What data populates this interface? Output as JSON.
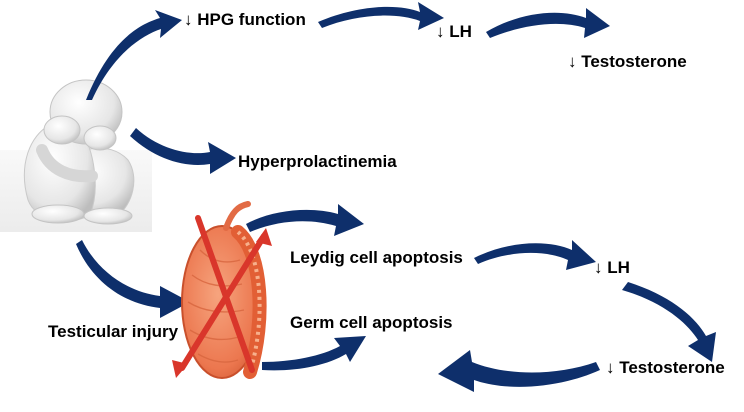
{
  "labels": {
    "hpg": "↓ HPG function",
    "lh_top": "↓ LH",
    "testosterone_top": "↓ Testosterone",
    "hyperprolactinemia": "Hyperprolactinemia",
    "leydig": "Leydig cell apoptosis",
    "lh_bottom": "↓ LH",
    "germ": "Germ cell apoptosis",
    "testicular_injury": "Testicular injury",
    "testosterone_bottom": "↓ Testosterone"
  },
  "colors": {
    "arrow": "#0e2f6b",
    "testis_fill": "#ee7a52",
    "testis_stroke": "#c9502c",
    "cross": "#d9362b",
    "figure": "#e9e9e9"
  },
  "icons": {
    "person": "stressed-person-icon",
    "testis": "testis-icon",
    "cross": "diagonal-cross-arrow-icon"
  }
}
